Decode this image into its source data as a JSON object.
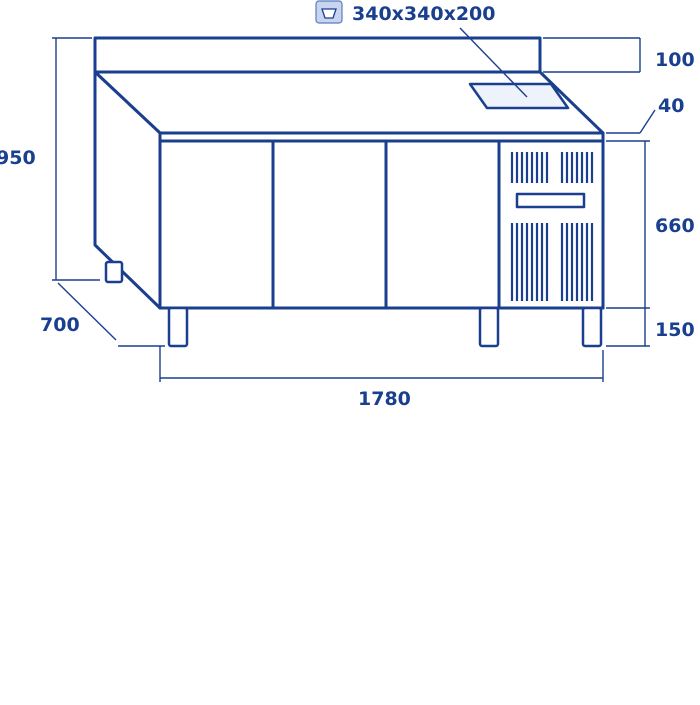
{
  "colors": {
    "line": "#1a3f8f",
    "light_line": "#5a7bc0",
    "fill": "#ffffff",
    "pan_fill": "#eef2fa",
    "icon_fill": "#c9d5ee"
  },
  "icons": {
    "pan": "gastronorm-pan-icon"
  },
  "dimensions": {
    "pan_size": "340x340x200",
    "backsplash_height": "100",
    "top_thickness": "40",
    "total_height": "950",
    "body_height": "660",
    "leg_height": "150",
    "depth": "700",
    "width": "1780"
  }
}
